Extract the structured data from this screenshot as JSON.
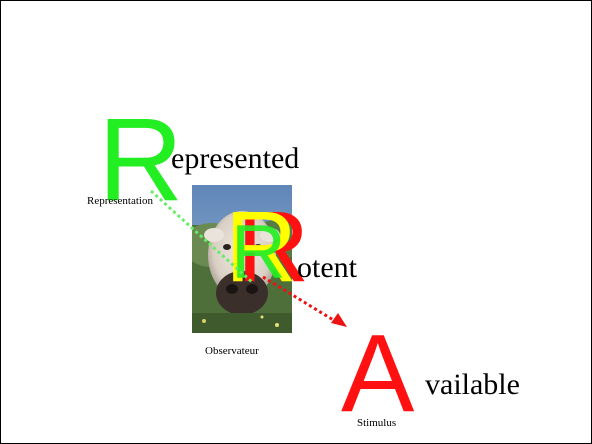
{
  "diagram": {
    "represented": {
      "letter": "R",
      "rest": "epresented",
      "letter_color": "#22ee22"
    },
    "potent": {
      "letter_back": "R",
      "letter_mid": "R",
      "letter_front": "R",
      "rest": "otent",
      "colors": [
        "#ff1111",
        "#ffff00",
        "#22ee22"
      ]
    },
    "available": {
      "letter": "A",
      "rest": "vailable",
      "letter_color": "#ff1111"
    },
    "labels": {
      "representation": "Representation",
      "observateur": "Observateur",
      "stimulus": "Stimulus"
    },
    "arrows": {
      "representation_arrow_color": "#66ee66",
      "stimulus_arrow_color": "#ee1111"
    }
  }
}
